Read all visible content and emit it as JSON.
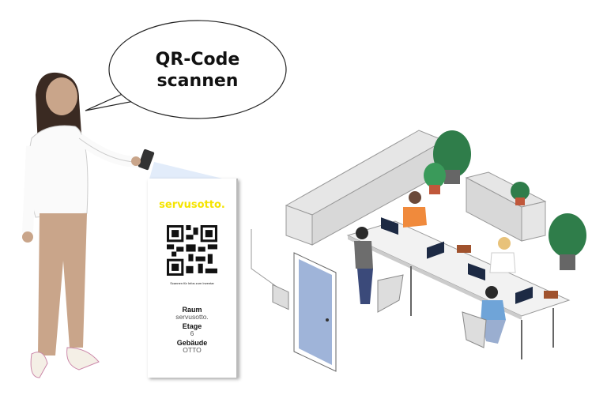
{
  "speech_bubble": {
    "line1": "QR-Code",
    "line2": "scannen"
  },
  "card": {
    "brand": "servusotto.",
    "qr_caption": "Scannen für Infos zum Inventar",
    "fields": [
      {
        "label": "Raum",
        "value": "servusotto."
      },
      {
        "label": "Etage",
        "value": "6"
      },
      {
        "label": "Gebäude",
        "value": "OTTO"
      }
    ]
  },
  "colors": {
    "brand_yellow": "#f5e400",
    "furniture": "#e6e6e6",
    "door": "#9fb4d9",
    "plant": "#2f7d4a"
  }
}
